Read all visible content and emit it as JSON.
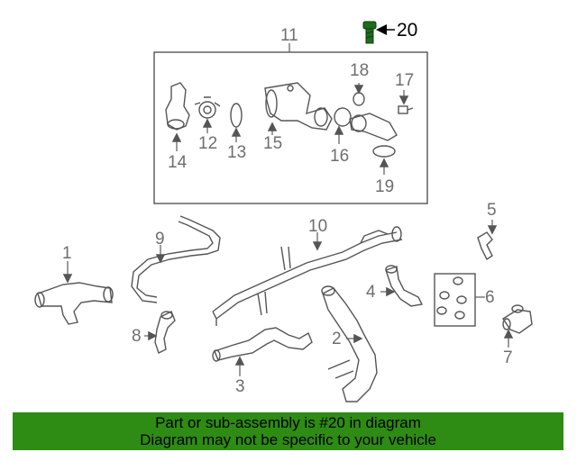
{
  "callouts": {
    "p1": "1",
    "p2": "2",
    "p3": "3",
    "p4": "4",
    "p5": "5",
    "p6": "6",
    "p7": "7",
    "p8": "8",
    "p9": "9",
    "p10": "10",
    "p11": "11",
    "p12": "12",
    "p13": "13",
    "p14": "14",
    "p15": "15",
    "p16": "16",
    "p17": "17",
    "p18": "18",
    "p19": "19",
    "p20": "20"
  },
  "banner": {
    "line1": "Part or sub-assembly is #20 in diagram",
    "line2": "Diagram may not be specific to your vehicle"
  },
  "colors": {
    "banner_background": "#2e8b13",
    "highlight_part": "#1f6b1f"
  },
  "highlighted_part": "20"
}
